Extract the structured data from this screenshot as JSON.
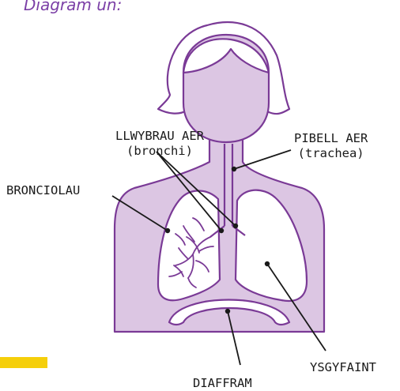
{
  "title": "Diagram un:",
  "labels": {
    "llwybrau_aer": "LLWYBRAU AER",
    "bronchi": "(bronchi)",
    "pibell_aer": "PIBELL AER",
    "trachea": "(trachea)",
    "bronciolau": "BRONCIOLAU",
    "ysgyfaint": "YSGYFAINT",
    "diaffram": "DIAFFRAM"
  },
  "colors": {
    "body_fill": "#dcc6e3",
    "outline": "#7a3a96",
    "lung_fill": "#ffffff",
    "accent_bar": "#f5cf0a",
    "title": "#7b3fa6"
  }
}
